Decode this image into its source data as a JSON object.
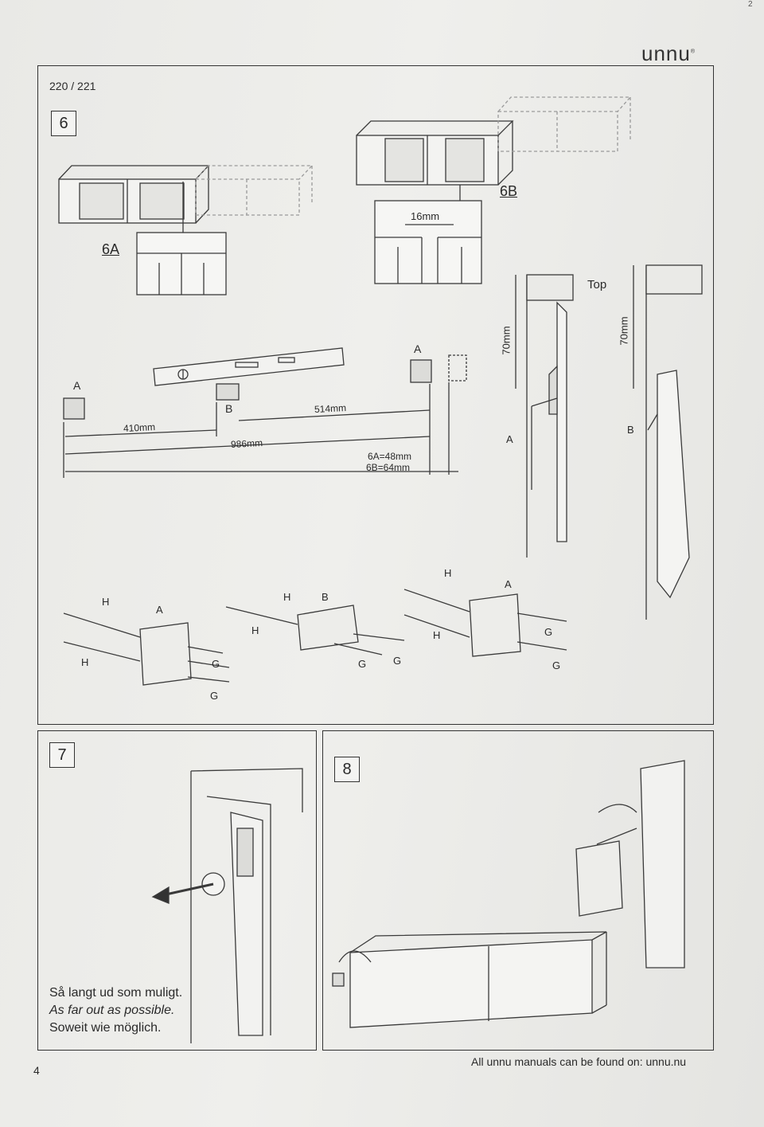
{
  "header": {
    "brand": "unnu",
    "model": "220 / 221",
    "corner_mark": "2"
  },
  "step6": {
    "number": "6",
    "label_6A": "6A",
    "label_6B": "6B",
    "gap_16": "16mm",
    "dim_410": "410mm",
    "dim_514": "514mm",
    "dim_986": "986mm",
    "offset_6A": "6A=48mm",
    "offset_6B": "6B=64mm",
    "bracket_A": "A",
    "bracket_B": "B",
    "top_label": "Top",
    "dim_70_left": "70mm",
    "dim_70_right": "70mm",
    "arrow_A": "A",
    "arrow_B": "B",
    "part_H": "H",
    "part_G": "G"
  },
  "step7": {
    "number": "7",
    "caption_da": "Så langt ud som muligt.",
    "caption_en": "As far out as possible.",
    "caption_de": "Soweit wie möglich."
  },
  "step8": {
    "number": "8"
  },
  "footer": {
    "page_number": "4",
    "url_text": "All unnu manuals can be found on: unnu.nu"
  }
}
